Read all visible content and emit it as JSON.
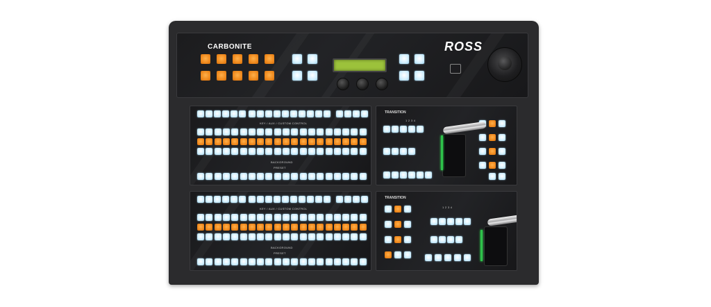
{
  "device": {
    "brand_model": "CARBONITE",
    "manufacturer": "ROSS"
  },
  "labels": {
    "knob_1": "Knob",
    "knob_2": "Knob",
    "knob_3": "Knob",
    "bus_label_1": "KEY / AUX / CUSTOM CONTROL",
    "bus_label_2": "BACKGROUND",
    "bus_label_3": "PRESET",
    "bus_label_4": "KEY / AUX / CUSTOM CONTROL",
    "bus_label_5": "BACKGROUND",
    "bus_label_6": "PRESET",
    "transition_1": "TRANSITION",
    "transition_2": "TRANSITION",
    "trans_numbers": "1   2   3   4"
  },
  "colors": {
    "panel": "#2b2b2d",
    "button_lit_white": "#d6f1ff",
    "button_orange": "#f08a1e",
    "fader_led": "#2ec24a",
    "lcd": "#9cc23b"
  }
}
